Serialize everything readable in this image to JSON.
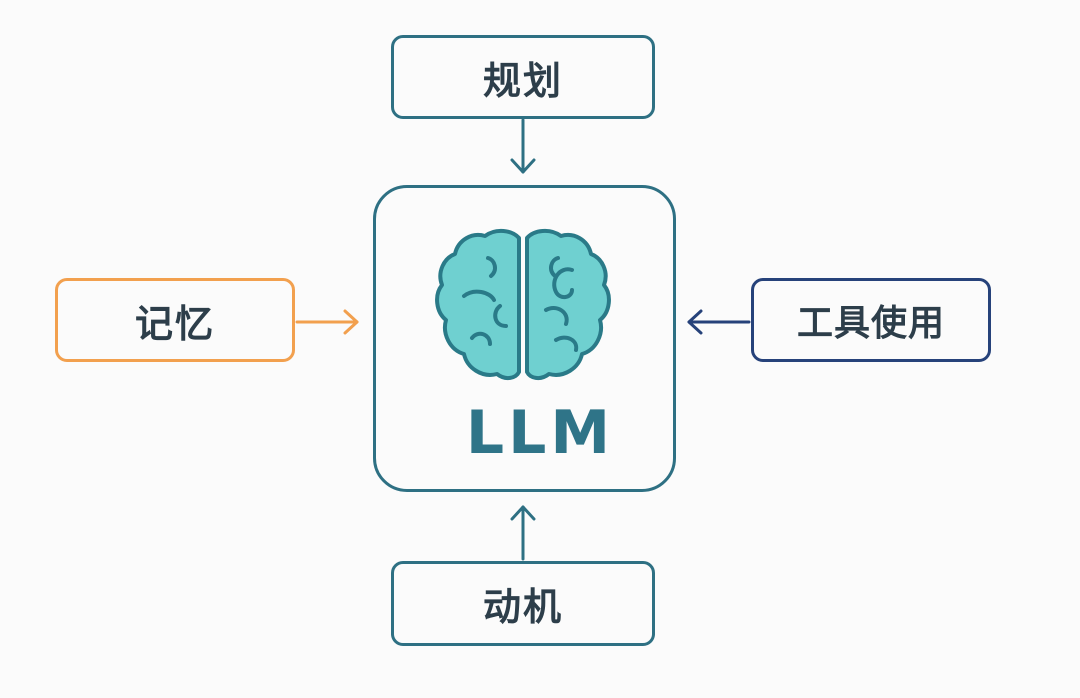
{
  "diagram": {
    "center": {
      "label": "LLM",
      "icon": "brain-icon"
    },
    "nodes": {
      "planning": {
        "label": "规划",
        "color": "#2e7083"
      },
      "memory": {
        "label": "记忆",
        "color": "#f2a04e"
      },
      "tools": {
        "label": "工具使用",
        "color": "#26427a"
      },
      "motivation": {
        "label": "动机",
        "color": "#2e7083"
      }
    },
    "edges": [
      {
        "from": "规划",
        "to": "LLM"
      },
      {
        "from": "记忆",
        "to": "LLM"
      },
      {
        "from": "工具使用",
        "to": "LLM"
      },
      {
        "from": "动机",
        "to": "LLM"
      }
    ],
    "colors": {
      "brain_fill": "#6fd0d0",
      "brain_stroke": "#2a7a88",
      "background": "#fbfbfb"
    }
  }
}
